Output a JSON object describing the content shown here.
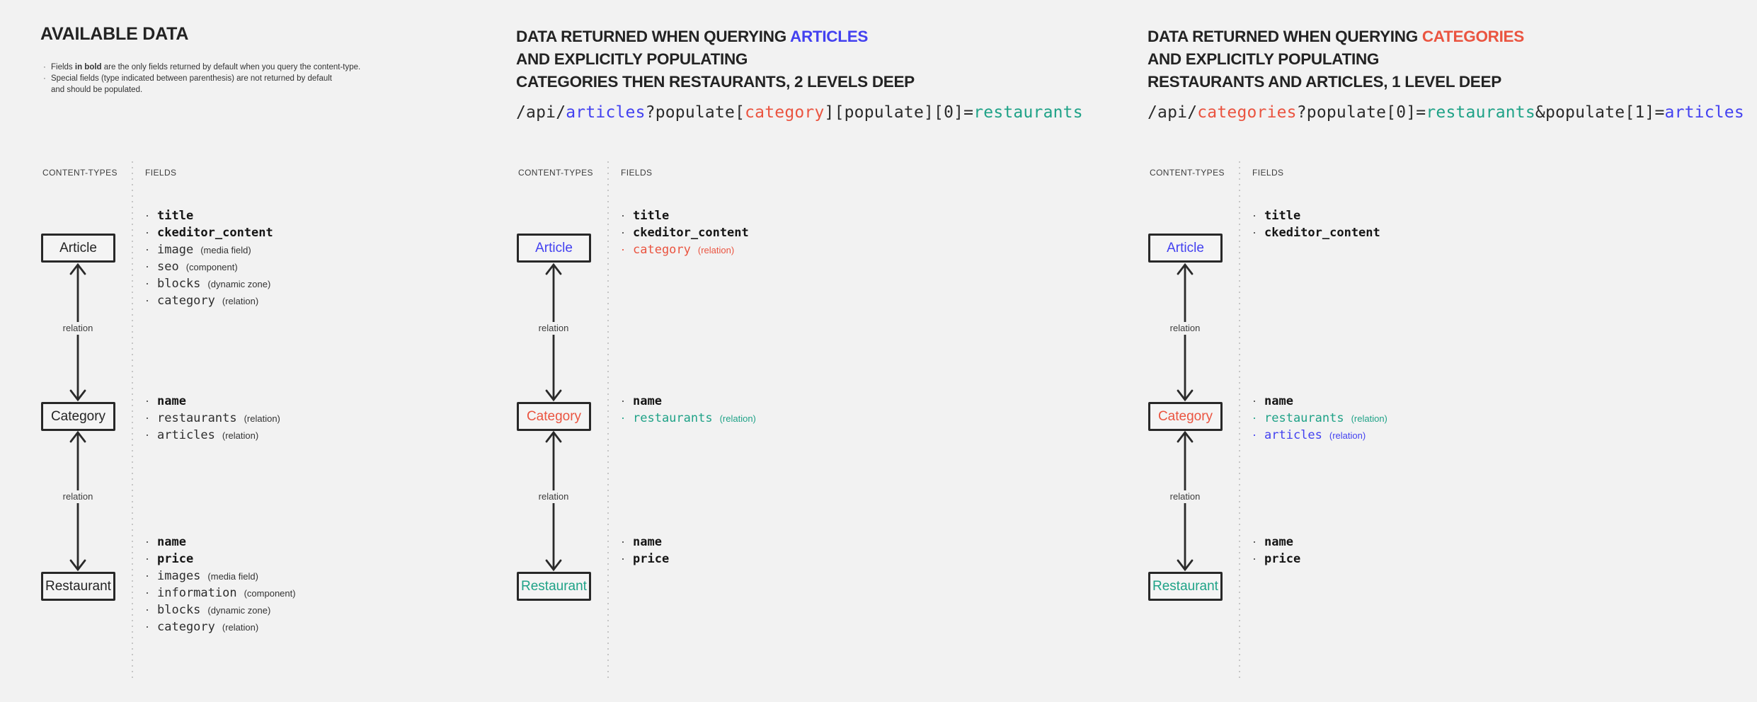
{
  "palette": {
    "dark": "#242424",
    "blue": "#4341F0",
    "red": "#EA5440",
    "teal": "#1FA287",
    "gray": "#3C3C3C"
  },
  "available": {
    "title": "AVAILABLE DATA",
    "notes": [
      {
        "bullet": true,
        "parts": [
          {
            "text": "Fields "
          },
          {
            "text": "in bold",
            "bold": true
          },
          {
            "text": " are the only fields returned by default when you query the content-type."
          }
        ]
      },
      {
        "bullet": true,
        "parts": [
          {
            "text": "Special fields (type indicated between parenthesis) are not returned by default"
          }
        ]
      },
      {
        "bullet": false,
        "parts": [
          {
            "text": "and should be populated."
          }
        ]
      }
    ]
  },
  "queries": [
    {
      "title_lines": [
        [
          {
            "text": "DATA RETURNED WHEN QUERYING "
          },
          {
            "text": "ARTICLES",
            "color": "blue"
          }
        ],
        [
          {
            "text": "AND EXPLICITLY POPULATING"
          }
        ],
        [
          {
            "text": "CATEGORIES THEN RESTAURANTS, 2 LEVELS DEEP"
          }
        ]
      ],
      "api_parts": [
        {
          "text": "/api/"
        },
        {
          "text": "articles",
          "color": "blue"
        },
        {
          "text": "?populate["
        },
        {
          "text": "category",
          "color": "red"
        },
        {
          "text": "][populate][0]="
        },
        {
          "text": "restaurants",
          "color": "teal"
        }
      ]
    },
    {
      "title_lines": [
        [
          {
            "text": "DATA RETURNED WHEN QUERYING "
          },
          {
            "text": "CATEGORIES",
            "color": "red"
          }
        ],
        [
          {
            "text": "AND EXPLICITLY POPULATING"
          }
        ],
        [
          {
            "text": "RESTAURANTS AND ARTICLES, 1 LEVEL DEEP"
          }
        ]
      ],
      "api_parts": [
        {
          "text": "/api/"
        },
        {
          "text": "categories",
          "color": "red"
        },
        {
          "text": "?populate[0]="
        },
        {
          "text": "restaurants",
          "color": "teal"
        },
        {
          "text": "&populate[1]="
        },
        {
          "text": "articles",
          "color": "blue"
        }
      ]
    }
  ],
  "diagrams": [
    {
      "content_types_label": "CONTENT-TYPES",
      "fields_label": "FIELDS",
      "nodes": [
        {
          "label": "Article",
          "color": "dark",
          "fields": [
            {
              "name": "title",
              "bold": true
            },
            {
              "name": "ckeditor_content",
              "bold": true
            },
            {
              "name": "image",
              "type": "(media field)"
            },
            {
              "name": "seo",
              "type": "(component)"
            },
            {
              "name": "blocks",
              "type": "(dynamic zone)"
            },
            {
              "name": "category",
              "type": "(relation)"
            }
          ]
        },
        {
          "label": "Category",
          "color": "dark",
          "fields": [
            {
              "name": "name",
              "bold": true
            },
            {
              "name": "restaurants",
              "type": "(relation)"
            },
            {
              "name": "articles",
              "type": "(relation)"
            }
          ]
        },
        {
          "label": "Restaurant",
          "color": "dark",
          "fields": [
            {
              "name": "name",
              "bold": true
            },
            {
              "name": "price",
              "bold": true
            },
            {
              "name": "images",
              "type": "(media field)"
            },
            {
              "name": "information",
              "type": "(component)"
            },
            {
              "name": "blocks",
              "type": "(dynamic zone)"
            },
            {
              "name": "category",
              "type": "(relation)"
            }
          ]
        }
      ],
      "arrows": [
        {
          "label": "relation"
        },
        {
          "label": "relation"
        }
      ]
    },
    {
      "content_types_label": "CONTENT-TYPES",
      "fields_label": "FIELDS",
      "nodes": [
        {
          "label": "Article",
          "color": "blue",
          "fields": [
            {
              "name": "title",
              "bold": true
            },
            {
              "name": "ckeditor_content",
              "bold": true
            },
            {
              "name": "category",
              "type": "(relation)",
              "color": "red"
            }
          ]
        },
        {
          "label": "Category",
          "color": "red",
          "fields": [
            {
              "name": "name",
              "bold": true
            },
            {
              "name": "restaurants",
              "type": "(relation)",
              "color": "teal"
            }
          ]
        },
        {
          "label": "Restaurant",
          "color": "teal",
          "fields": [
            {
              "name": "name",
              "bold": true
            },
            {
              "name": "price",
              "bold": true
            }
          ]
        }
      ],
      "arrows": [
        {
          "label": "relation"
        },
        {
          "label": "relation"
        }
      ]
    },
    {
      "content_types_label": "CONTENT-TYPES",
      "fields_label": "FIELDS",
      "nodes": [
        {
          "label": "Article",
          "color": "blue",
          "fields": [
            {
              "name": "title",
              "bold": true
            },
            {
              "name": "ckeditor_content",
              "bold": true
            }
          ]
        },
        {
          "label": "Category",
          "color": "red",
          "fields": [
            {
              "name": "name",
              "bold": true
            },
            {
              "name": "restaurants",
              "type": "(relation)",
              "color": "teal"
            },
            {
              "name": "articles",
              "type": "(relation)",
              "color": "blue"
            }
          ]
        },
        {
          "label": "Restaurant",
          "color": "teal",
          "fields": [
            {
              "name": "name",
              "bold": true
            },
            {
              "name": "price",
              "bold": true
            }
          ]
        }
      ],
      "arrows": [
        {
          "label": "relation"
        },
        {
          "label": "relation"
        }
      ]
    }
  ]
}
